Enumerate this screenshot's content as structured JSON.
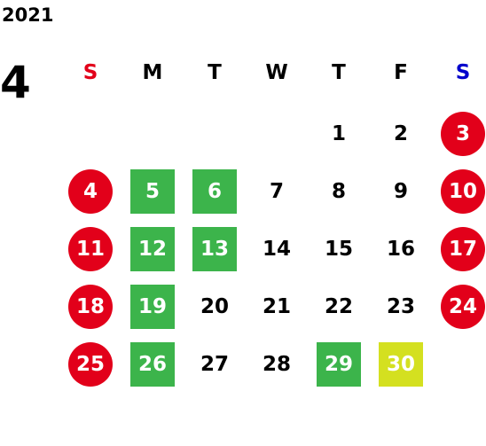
{
  "calendar": {
    "year": "2021",
    "month": "4",
    "weekdays": [
      "S",
      "M",
      "T",
      "W",
      "T",
      "F",
      "S"
    ],
    "colors": {
      "sunday_header": "#e2001a",
      "saturday_header": "#0000cc",
      "red_circle": "#e2001a",
      "green": "#3cb44b",
      "yellow": "#d4e020"
    },
    "weeks": [
      [
        "",
        "",
        "",
        "",
        "1",
        "2",
        "3"
      ],
      [
        "4",
        "5",
        "6",
        "7",
        "8",
        "9",
        "10"
      ],
      [
        "11",
        "12",
        "13",
        "14",
        "15",
        "16",
        "17"
      ],
      [
        "18",
        "19",
        "20",
        "21",
        "22",
        "23",
        "24"
      ],
      [
        "25",
        "26",
        "27",
        "28",
        "29",
        "30",
        ""
      ]
    ],
    "styles": [
      [
        "",
        "",
        "",
        "",
        "",
        "",
        "red"
      ],
      [
        "red",
        "green",
        "green",
        "",
        "",
        "",
        "red"
      ],
      [
        "red",
        "green",
        "green",
        "",
        "",
        "",
        "red"
      ],
      [
        "red",
        "green",
        "",
        "",
        "",
        "",
        "red"
      ],
      [
        "red",
        "green",
        "",
        "",
        "green",
        "yellow",
        ""
      ]
    ]
  }
}
